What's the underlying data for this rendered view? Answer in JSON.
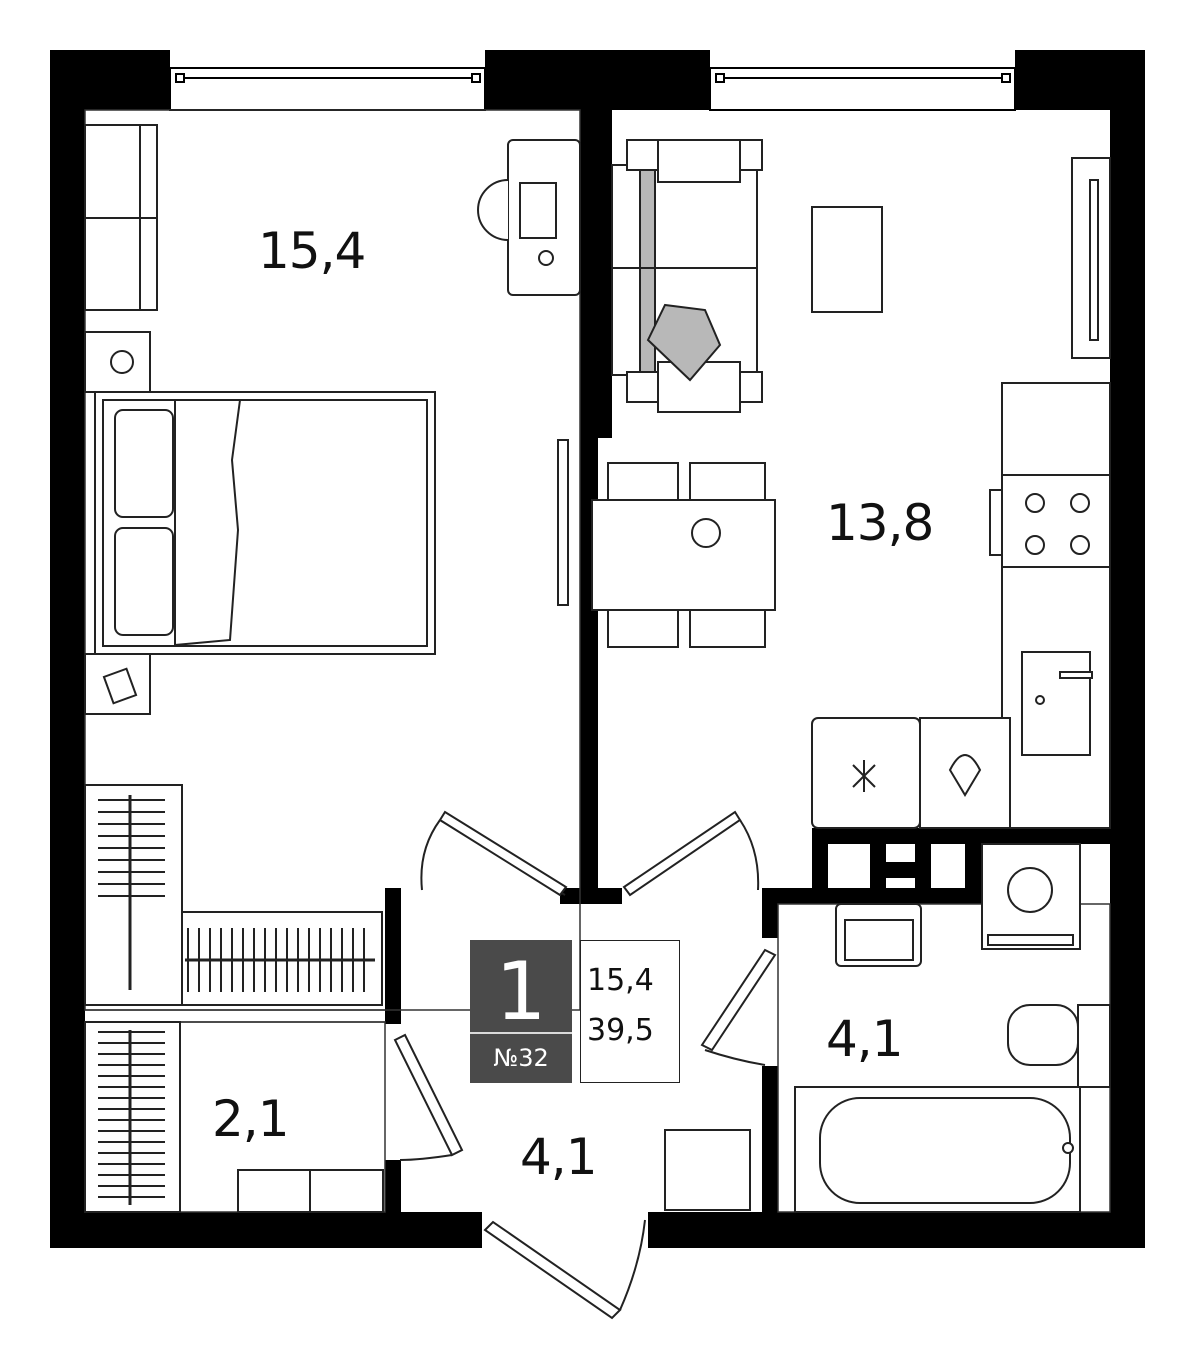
{
  "rooms": {
    "bedroom_area": "15,4",
    "kitchen_living_area": "13,8",
    "hall_area": "4,1",
    "bathroom_area": "4,1",
    "storage_area": "2,1"
  },
  "info": {
    "rooms_count": "1",
    "living_area": "15,4",
    "total_area": "39,5",
    "apartment_number": "№32"
  },
  "colors": {
    "wall": "#000000",
    "badge": "#4a4a4a",
    "accent_gray": "#b8b8b8"
  }
}
